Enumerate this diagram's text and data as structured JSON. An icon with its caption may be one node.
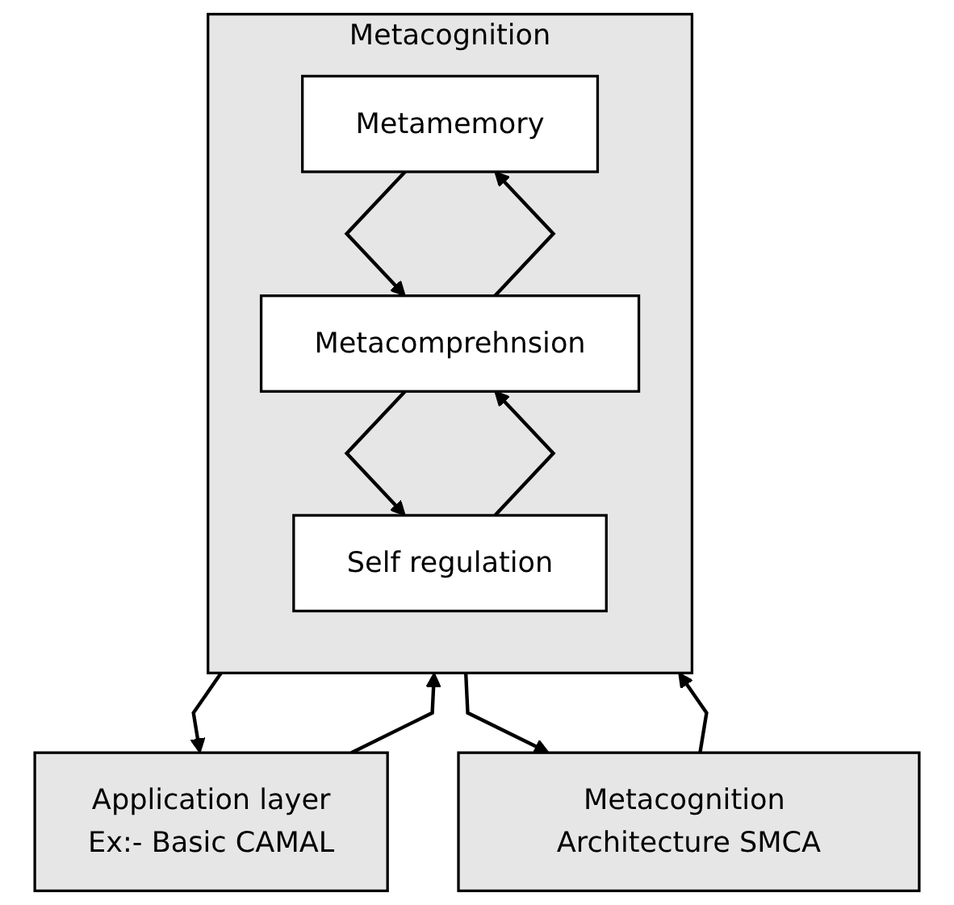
{
  "diagram": {
    "nodes": [
      {
        "text": [
          "Application layer",
          "Ex:- Basic CAMAL"
        ]
      },
      {
        "text": [
          "Metacognition"
        ]
      },
      {
        "text": [
          "Metamemory"
        ],
        "in": 1
      },
      {
        "text": [
          "Metacomprehnsion"
        ],
        "in": 1
      },
      {
        "text": [
          "Self regulation"
        ],
        "in": 1
      },
      {
        "text": [
          "Metacognition Architecture SMCA"
        ]
      }
    ],
    "edges": [
      {
        "from": 0,
        "to": 1,
        "arrow": "to"
      },
      {
        "from": 1,
        "to": 0,
        "arrow": "to"
      },
      {
        "from": 2,
        "to": 3,
        "arrow": "to"
      },
      {
        "from": 3,
        "to": 2,
        "arrow": "to"
      },
      {
        "from": 3,
        "to": 4,
        "arrow": "to"
      },
      {
        "from": 4,
        "to": 3,
        "arrow": "to"
      },
      {
        "from": 1,
        "to": 5,
        "arrow": "to"
      },
      {
        "from": 5,
        "to": 1,
        "arrow": "to"
      }
    ]
  }
}
